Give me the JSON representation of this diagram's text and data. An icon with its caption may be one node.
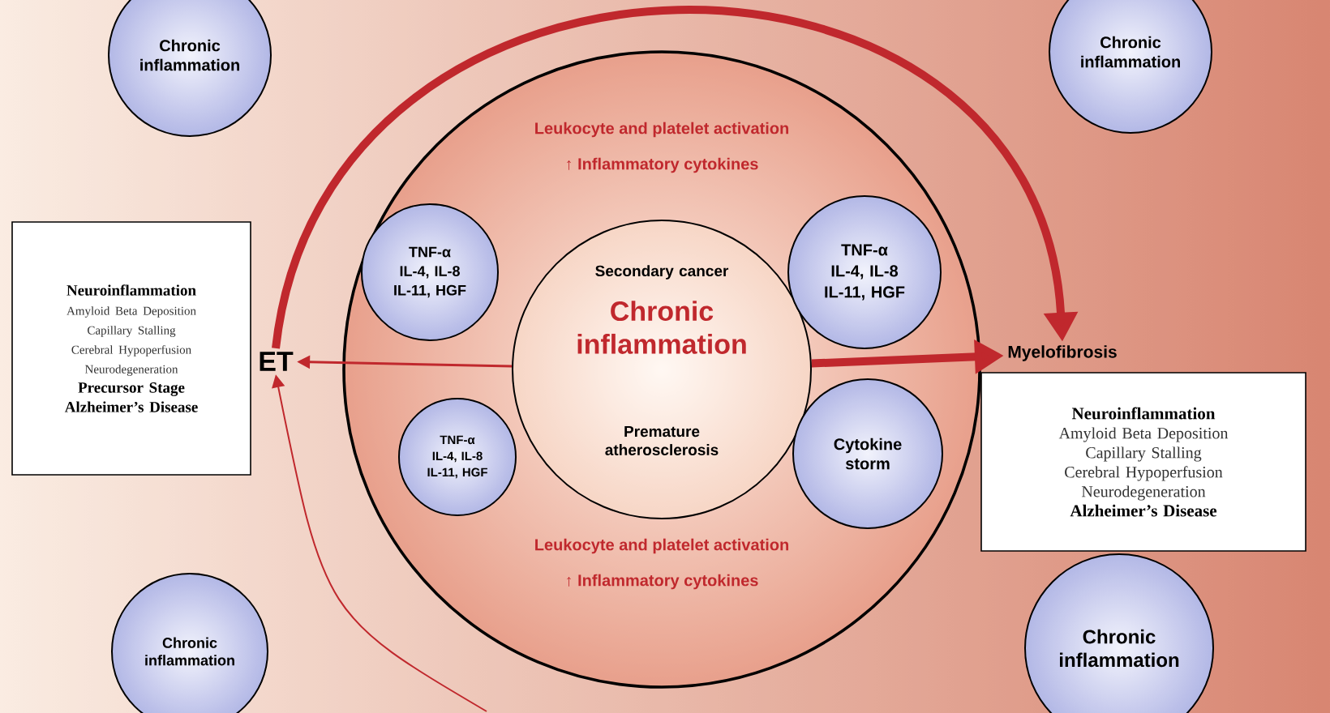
{
  "diagram": {
    "nodes": [
      {
        "text": [
          "Chronic inflammation"
        ]
      },
      {
        "text": [
          "Chronic inflammation"
        ]
      },
      {
        "text": [
          "Neuroinflammation",
          "Amyloid Beta Deposition",
          "Capillary Stalling",
          "Cerebral Hypoperfusion",
          "Neurodegeneration",
          "Precursor Stage",
          "Alzheimer’s Disease"
        ]
      },
      {
        "text": [
          "ET"
        ]
      },
      {
        "text": [
          "Leukocyte and platelet activation",
          "↑ Inflammatory cytokines",
          "Leukocyte and platelet activation",
          "↑ Inflammatory cytokines"
        ]
      },
      {
        "text": [
          "Secondary cancer",
          "Chronic inflammation",
          "Premature atherosclerosis"
        ],
        "in": 4
      },
      {
        "text": [
          "TNF-α",
          "IL-4, IL-8",
          "IL-11, HGF"
        ],
        "in": 4
      },
      {
        "text": [
          "TNF-α",
          "IL-4, IL-8",
          "IL-11, HGF"
        ],
        "in": 4
      },
      {
        "text": [
          "TNF-α",
          "IL-4, IL-8",
          "IL-11, HGF"
        ],
        "in": 4
      },
      {
        "text": [
          "Cytokine storm"
        ],
        "in": 4
      },
      {
        "text": [
          "Myelofibrosis"
        ]
      },
      {
        "text": [
          "Neuroinflammation",
          "Amyloid Beta Deposition",
          "Capillary Stalling",
          "Cerebral Hypoperfusion",
          "Neurodegeneration",
          "Alzheimer’s Disease"
        ]
      },
      {
        "text": [
          "Chronic inflammation"
        ]
      },
      {
        "text": [
          "Chronic inflammation"
        ]
      }
    ],
    "edges": [
      {
        "from": 5,
        "to": 3,
        "arrow": "to"
      },
      {
        "from": 5,
        "to": 10,
        "arrow": "to",
        "style": "thick"
      },
      {
        "from": 3,
        "to": 10,
        "arrow": "to",
        "style": "thick"
      },
      {
        "from": null,
        "to": 3,
        "arrow": "to"
      }
    ]
  }
}
